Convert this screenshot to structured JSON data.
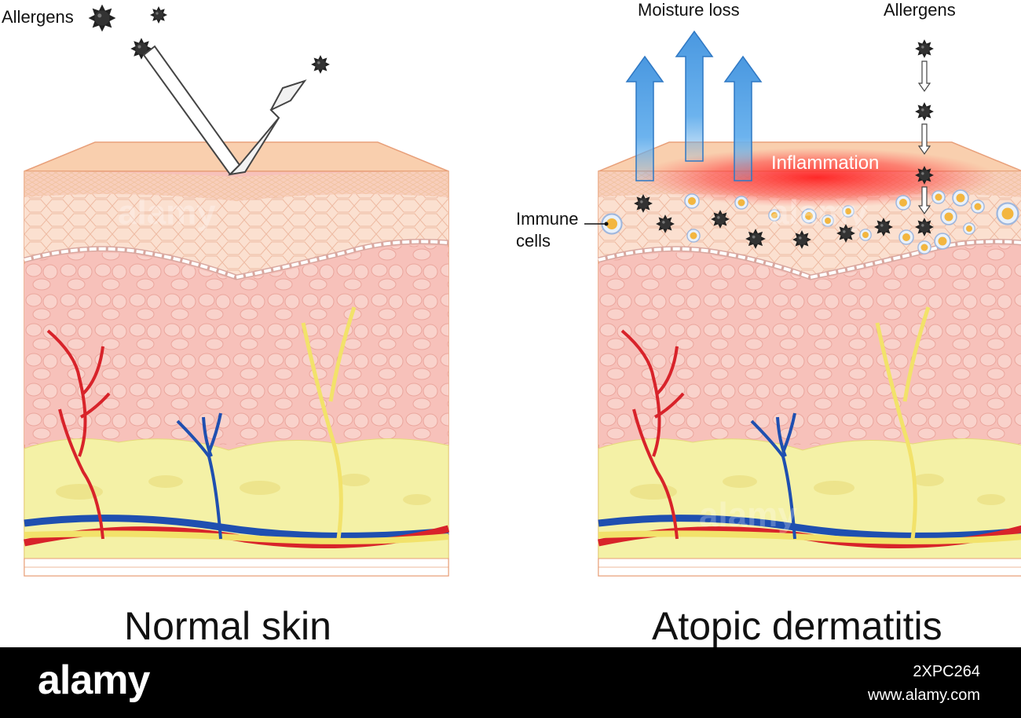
{
  "normal": {
    "caption": "Normal skin",
    "allergens_label": "Allergens"
  },
  "atopic": {
    "caption": "Atopic dermatitis",
    "moisture_label": "Moisture loss",
    "allergens_label": "Allergens",
    "inflammation_label": "Inflammation",
    "immune_label_line1": "Immune",
    "immune_label_line2": "cells"
  },
  "watermark": {
    "brand": "alamy",
    "image_id": "2XPC264",
    "site": "www.alamy.com"
  },
  "colors": {
    "epidermis": "#f6c4a2",
    "dermis": "#f7c1ba",
    "dermis_cell": "#f9d3cc",
    "fat": "#f4f1a6",
    "artery": "#d8232a",
    "vein": "#1f4fb0",
    "nerve": "#f2e26a",
    "moisture_arrow": "#5aa6e6",
    "inflammation": "#ff3030",
    "immune_cell": "#f3b640"
  }
}
